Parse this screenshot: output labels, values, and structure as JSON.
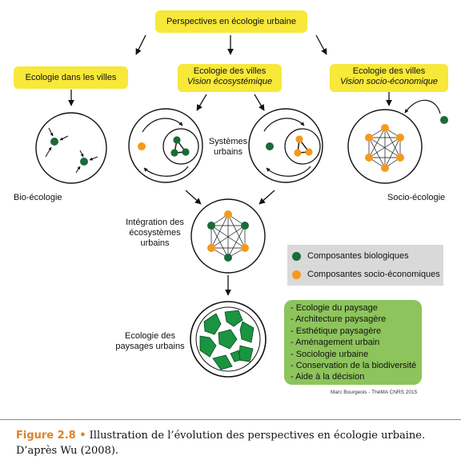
{
  "boxes": {
    "top": "Perspectives en écologie urbaine",
    "left": "Ecologie dans les villes",
    "middle_line1": "Ecologie des villes",
    "middle_line2": "Vision écosystémique",
    "right_line1": "Ecologie des villes",
    "right_line2": "Vision socio-économique"
  },
  "labels": {
    "bio": "Bio-écologie",
    "socio": "Socio-écologie",
    "systems_1": "Systèmes",
    "systems_2": "urbains",
    "integration_1": "Intégration des",
    "integration_2": "écosystèmes",
    "integration_3": "urbains",
    "landscape_1": "Ecologie des",
    "landscape_2": "paysages urbains"
  },
  "legend": {
    "biological": "Composantes biologiques",
    "socioeconomic": "Composantes socio-économiques"
  },
  "fields": [
    "- Ecologie du paysage",
    "- Architecture paysagère",
    "- Esthétique paysagère",
    "- Aménagement urbain",
    "- Sociologie urbaine",
    "- Conservation de la biodiversité",
    "- Aide à la décision"
  ],
  "credit": "Marc Bourgeois - ThéMA CNRS 2015",
  "caption": {
    "figure": "Figure  2.8 •",
    "text": " Illustration de l’évolution des perspectives en écologie urbaine. D’après Wu (2008)."
  },
  "colors": {
    "biological": "#1a6b36",
    "socioeconomic": "#f39a1e",
    "yellow_box": "#f7e83a",
    "green_box": "#8dc45c",
    "legend_bg": "#d9d9d9",
    "figure_label": "#e0822a"
  }
}
